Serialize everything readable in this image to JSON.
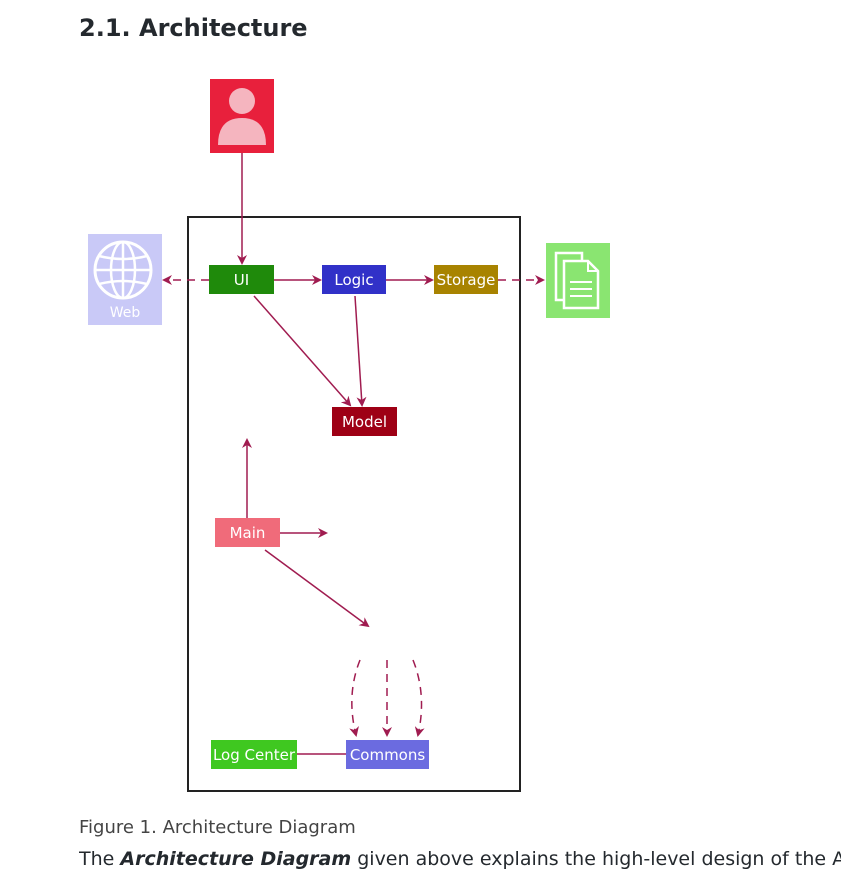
{
  "section": {
    "heading": "2.1. Architecture"
  },
  "diagram": {
    "nodes": {
      "web": "Web",
      "ui": "UI",
      "logic": "Logic",
      "storage": "Storage",
      "model": "Model",
      "main": "Main",
      "log_center": "Log Center",
      "commons": "Commons"
    },
    "colors": {
      "user": "#e8203c",
      "web": "#c9c9f7",
      "ui": "#1f8a0b",
      "logic": "#3131c8",
      "storage": "#a88300",
      "model": "#9e0015",
      "main": "#f06b7a",
      "log_center": "#3fc820",
      "commons": "#6b6be0",
      "files": "#8ae571",
      "arrow": "#a01c50"
    },
    "icons": [
      "user-icon",
      "globe-icon",
      "documents-icon"
    ]
  },
  "caption": "Figure 1. Architecture Diagram",
  "description": {
    "prefix": "The ",
    "emphasis": "Architecture Diagram",
    "suffix": " given above explains the high-level design of the App. G"
  }
}
